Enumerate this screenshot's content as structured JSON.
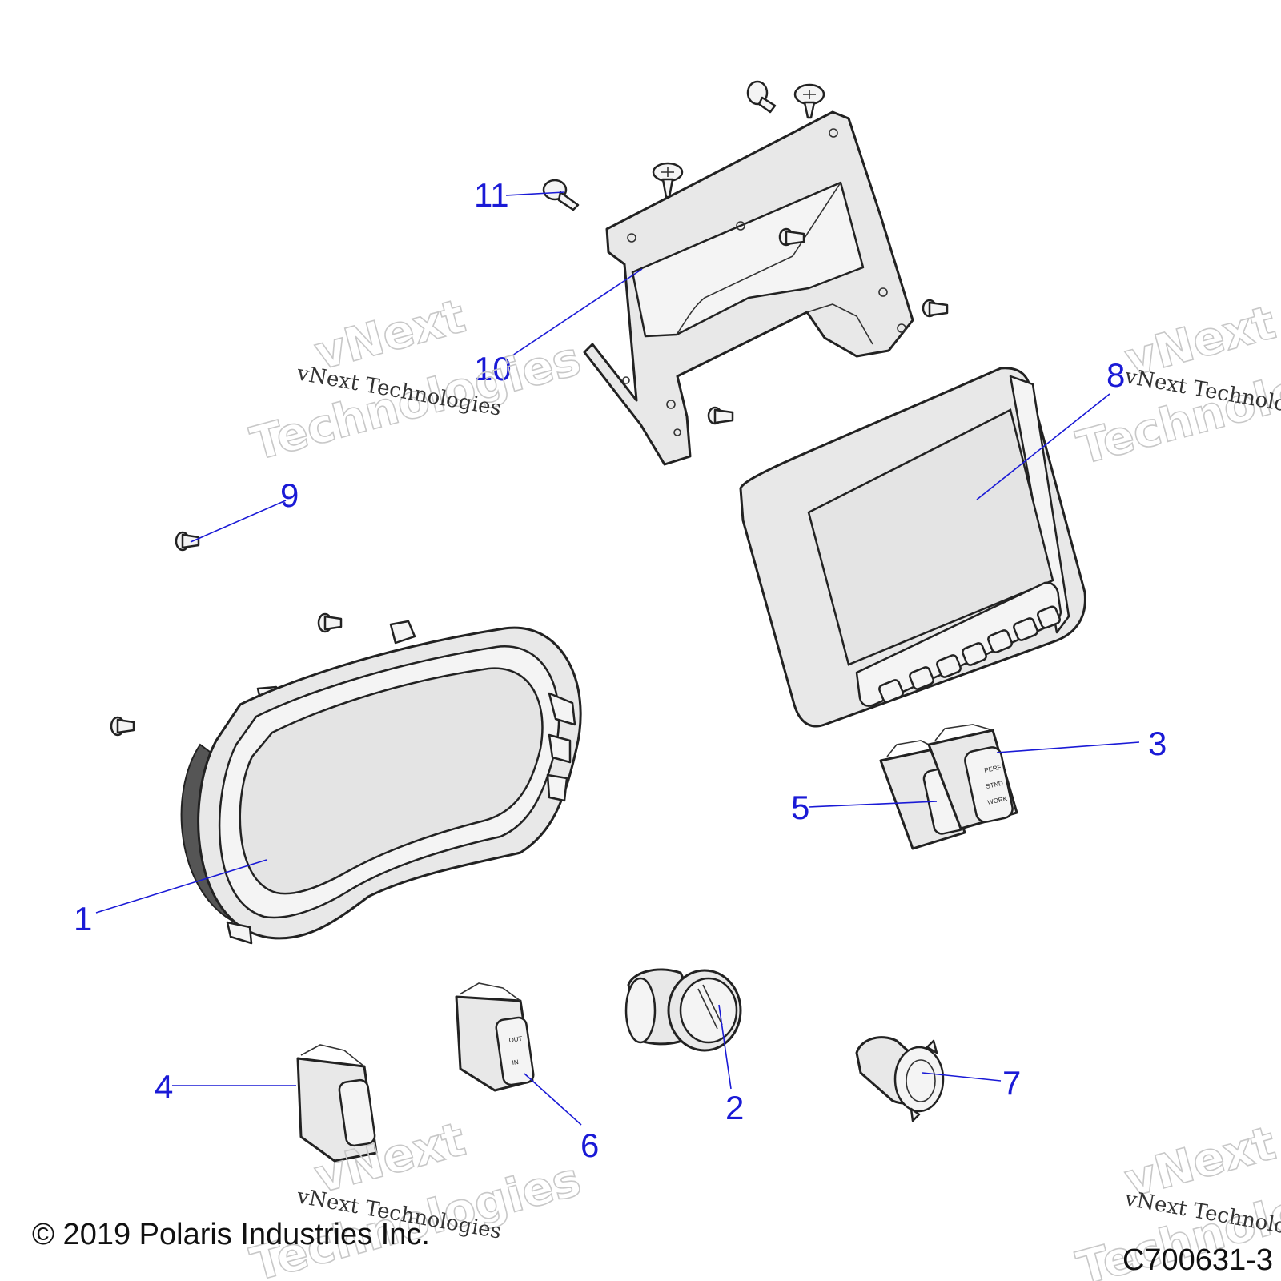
{
  "callouts": {
    "c1": "1",
    "c2": "2",
    "c3": "3",
    "c4": "4",
    "c5": "5",
    "c6": "6",
    "c7": "7",
    "c8": "8",
    "c9": "9",
    "c10": "10",
    "c11": "11"
  },
  "watermark": {
    "brand": "vNext",
    "word": "Technologies",
    "line": "vNext Technologies"
  },
  "switch_labels": {
    "mode_top": "PERF",
    "mode_mid": "STND",
    "mode_bottom": "WORK",
    "winch_out": "OUT",
    "winch_in": "IN"
  },
  "footer": {
    "copyright": "© 2019 Polaris Industries Inc.",
    "figure_code": "C700631-3"
  },
  "colors": {
    "callout": "#1a1ad6",
    "line_art": "#222222",
    "part_fill": "#e8e8e8"
  }
}
